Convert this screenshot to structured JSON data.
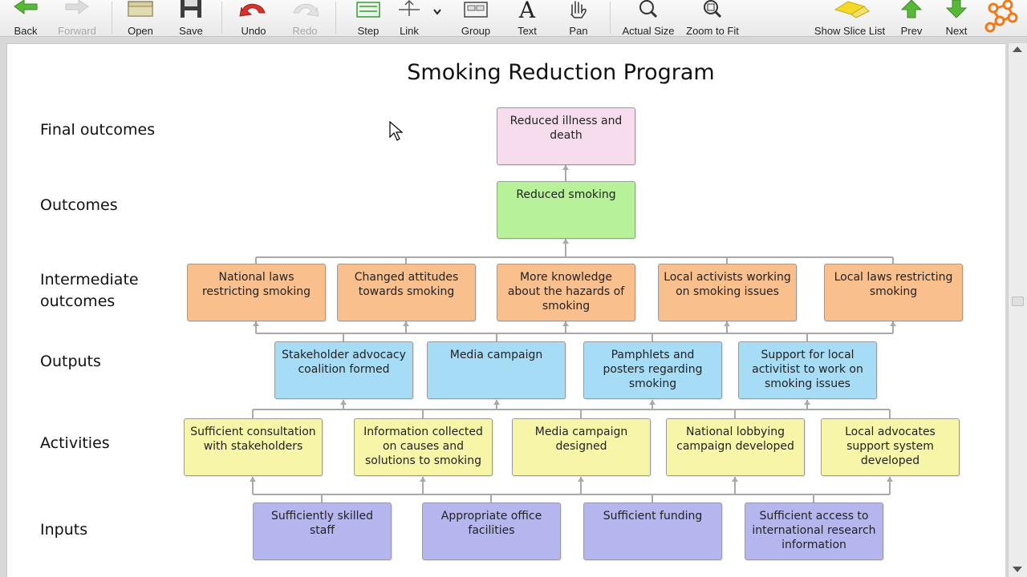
{
  "toolbar": {
    "back": "Back",
    "forward": "Forward",
    "open": "Open",
    "save": "Save",
    "undo": "Undo",
    "redo": "Redo",
    "step": "Step",
    "link": "Link",
    "group": "Group",
    "text": "Text",
    "pan": "Pan",
    "actual_size": "Actual Size",
    "zoom_to_fit": "Zoom to Fit",
    "show_slice_list": "Show Slice List",
    "prev": "Prev",
    "next": "Next"
  },
  "diagram": {
    "title": "Smoking Reduction Program",
    "rows": {
      "final_outcomes": "Final outcomes",
      "outcomes": "Outcomes",
      "intermediate_1": "Intermediate",
      "intermediate_2": "outcomes",
      "outputs": "Outputs",
      "activities": "Activities",
      "inputs": "Inputs"
    },
    "nodes": {
      "final": "Reduced illness and death",
      "outcome": "Reduced smoking",
      "int_1": "National laws restricting smoking",
      "int_2": "Changed attitudes towards smoking",
      "int_3": "More knowledge about the hazards of smoking",
      "int_4": "Local activists working on smoking issues",
      "int_5": "Local laws restricting smoking",
      "out_1": "Stakeholder advocacy coalition formed",
      "out_2": "Media campaign",
      "out_3": "Pamphlets and posters regarding smoking",
      "out_4": "Support for local activitist to work on smoking issues",
      "act_1": "Sufficient consultation with stakeholders",
      "act_2": "Information collected on causes and solutions to smoking",
      "act_3": "Media campaign designed",
      "act_4": "National lobbying campaign developed",
      "act_5": "Local advocates support system developed",
      "in_1": "Sufficiently skilled staff",
      "in_2": "Appropriate office facilities",
      "in_3": "Sufficient funding",
      "in_4": "Sufficient access to international research information"
    },
    "colors": {
      "final": "#f6dcec",
      "outcome": "#b7f29a",
      "intermediate": "#f9c08e",
      "outputs": "#a6dcf5",
      "activities": "#f7f6a8",
      "inputs": "#b6b6ef",
      "connector": "#a9a9a9"
    }
  }
}
